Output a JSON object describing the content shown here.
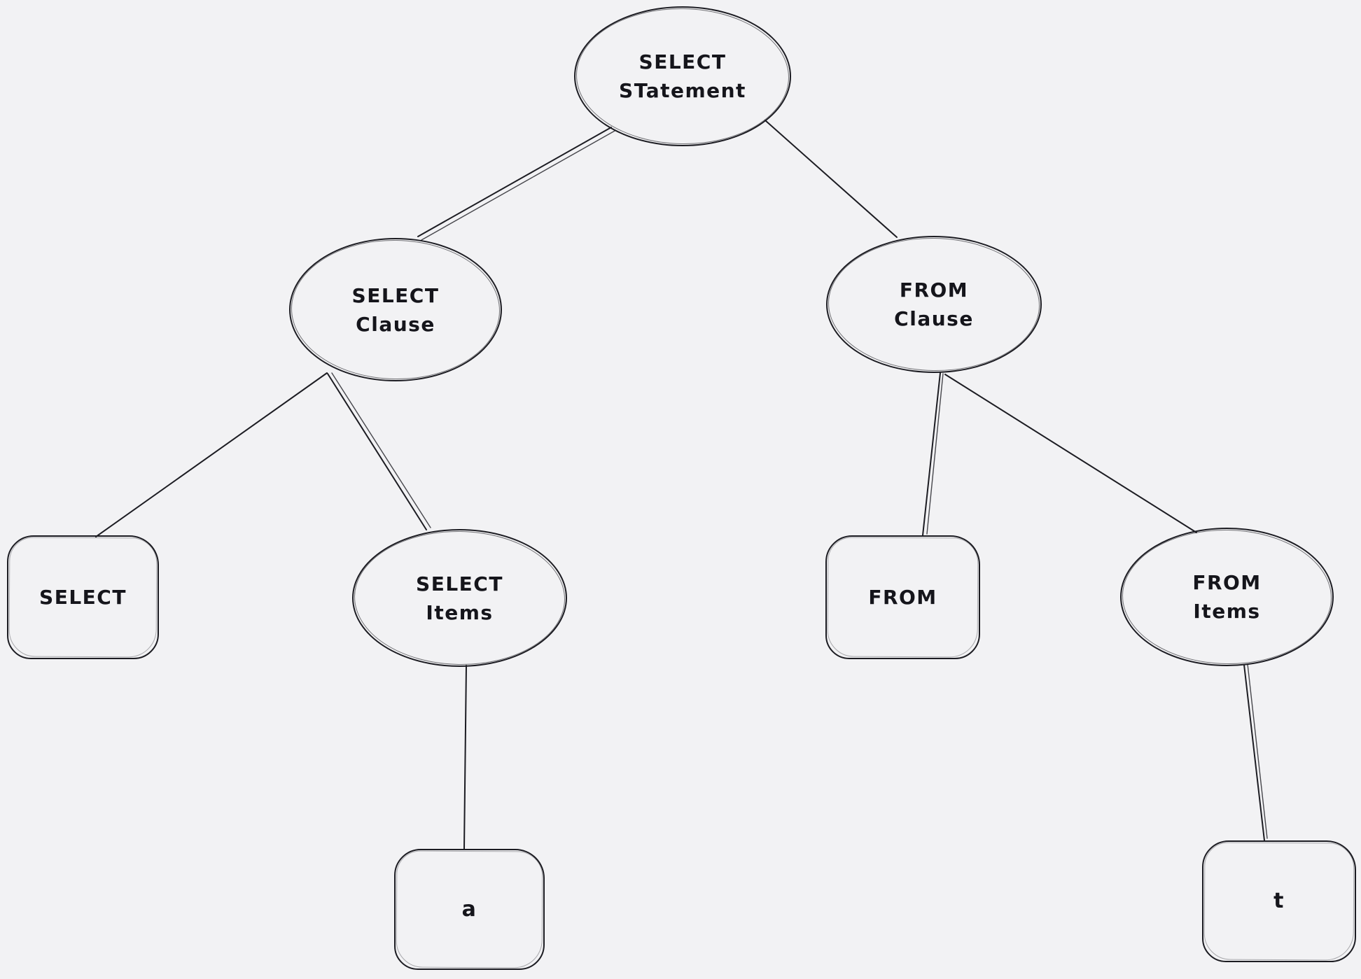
{
  "diagram": {
    "background_color": "#f2f2f4",
    "stroke_color": "#1c1c22",
    "style": "hand-drawn sketch (excalidraw-like) parse tree",
    "nodes": {
      "select_statement": {
        "label": "SELECT\nSTatement",
        "shape": "ellipse"
      },
      "select_clause": {
        "label": "SELECT\nClause",
        "shape": "ellipse"
      },
      "from_clause": {
        "label": "FROM\nClause",
        "shape": "ellipse"
      },
      "select_keyword": {
        "label": "SELECT",
        "shape": "rectangle"
      },
      "select_items": {
        "label": "SELECT\nItems",
        "shape": "ellipse"
      },
      "from_keyword": {
        "label": "FROM",
        "shape": "rectangle"
      },
      "from_items": {
        "label": "FROM\nItems",
        "shape": "ellipse"
      },
      "select_item_a": {
        "label": "a",
        "shape": "rectangle"
      },
      "from_item_t": {
        "label": "t",
        "shape": "rectangle"
      }
    },
    "edges": [
      {
        "from": "select_statement",
        "to": "select_clause"
      },
      {
        "from": "select_statement",
        "to": "from_clause"
      },
      {
        "from": "select_clause",
        "to": "select_keyword"
      },
      {
        "from": "select_clause",
        "to": "select_items"
      },
      {
        "from": "select_items",
        "to": "select_item_a"
      },
      {
        "from": "from_clause",
        "to": "from_keyword"
      },
      {
        "from": "from_clause",
        "to": "from_items"
      },
      {
        "from": "from_items",
        "to": "from_item_t"
      }
    ]
  }
}
